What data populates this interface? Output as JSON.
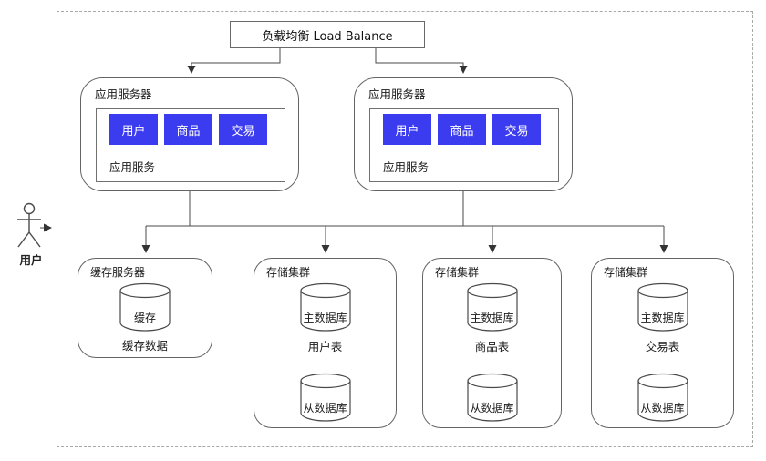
{
  "diagram_type": "system-architecture",
  "colors": {
    "service_blue": "#3b3bf0",
    "service_text": "#ffffff",
    "line": "#4a4a4a",
    "boundary_dash": "#a9a9a9"
  },
  "actor": {
    "label": "用户"
  },
  "load_balancer": {
    "label": "负载均衡 Load Balance"
  },
  "app_servers": [
    {
      "title": "应用服务器",
      "services": [
        "用户",
        "商品",
        "交易"
      ],
      "footer": "应用服务"
    },
    {
      "title": "应用服务器",
      "services": [
        "用户",
        "商品",
        "交易"
      ],
      "footer": "应用服务"
    }
  ],
  "storage_nodes": [
    {
      "title": "缓存服务器",
      "cylinders": [
        "缓存"
      ],
      "caption": "缓存数据"
    },
    {
      "title": "存储集群",
      "cylinders": [
        "主数据库",
        "从数据库"
      ],
      "caption": "用户表"
    },
    {
      "title": "存储集群",
      "cylinders": [
        "主数据库",
        "从数据库"
      ],
      "caption": "商品表"
    },
    {
      "title": "存储集群",
      "cylinders": [
        "主数据库",
        "从数据库"
      ],
      "caption": "交易表"
    }
  ]
}
